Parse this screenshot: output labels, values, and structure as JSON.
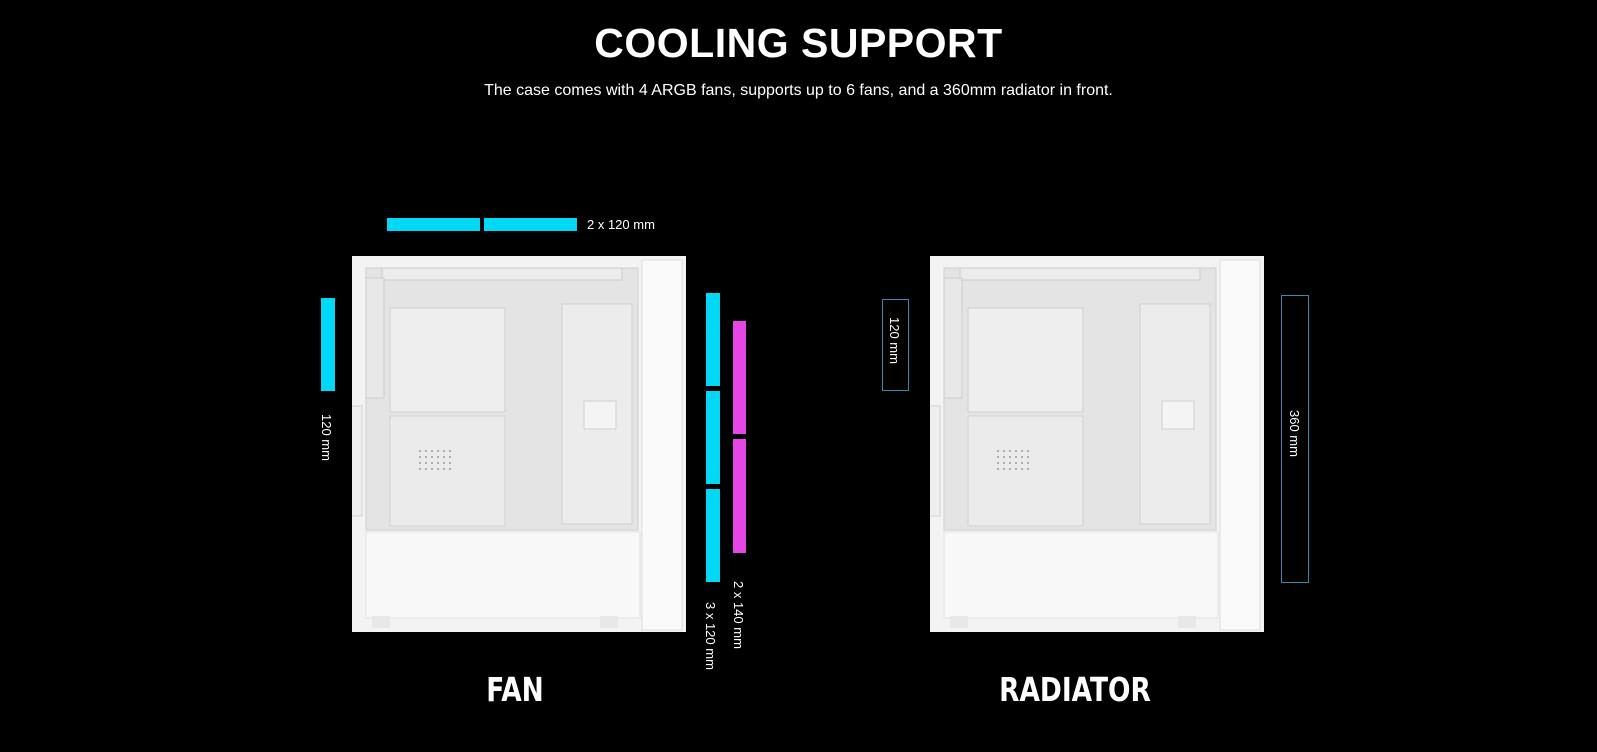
{
  "header": {
    "title": "COOLING SUPPORT",
    "subtitle": "The case comes with 4 ARGB fans, supports up to 6 fans, and a 360mm radiator in front."
  },
  "fan": {
    "heading": "FAN",
    "top_label": "2 x 120 mm",
    "rear_label": "120 mm",
    "front_cyan_label": "3 x 120 mm",
    "front_magenta_label": "2 x 140 mm"
  },
  "radiator": {
    "heading": "RADIATOR",
    "rear_label": "120 mm",
    "front_label": "360 mm"
  },
  "colors": {
    "background": "#000000",
    "fan_120": "#00d8f5",
    "fan_140": "#e646e6",
    "radiator_outline": "#3a8ab0",
    "case": "#f4f4f4"
  }
}
